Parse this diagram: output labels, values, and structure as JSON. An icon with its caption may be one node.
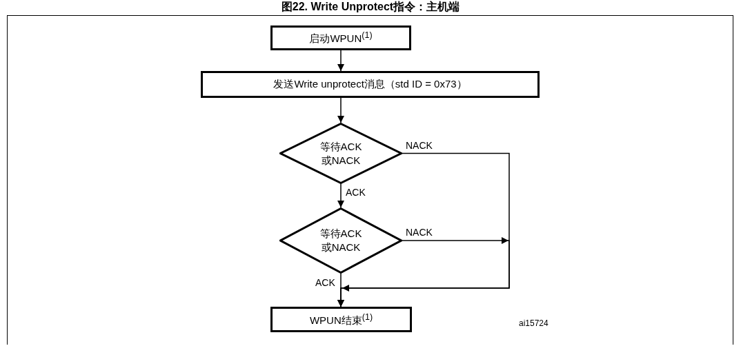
{
  "diagram": {
    "title": "图22. Write Unprotect指令：主机端",
    "nodes": [
      {
        "text": [
          "启动WPUN$^{(1)}$"
        ]
      },
      {
        "text": [
          "发送Write unprotect消息（std ID = 0x73）"
        ]
      },
      {
        "text": [
          "等待ACK或NACK"
        ]
      },
      {
        "text": [
          "等待ACK或NACK"
        ]
      },
      {
        "text": [
          "WPUN结束$^{(1)}$"
        ]
      }
    ],
    "edges": [
      {
        "from": 0,
        "to": 1,
        "arrow": "to"
      },
      {
        "from": 1,
        "to": 2,
        "arrow": "to"
      },
      {
        "from": 2,
        "to": 3,
        "arrow": "to",
        "label": "ACK"
      },
      {
        "from": 3,
        "to": 4,
        "arrow": "to",
        "label": "ACK"
      },
      {
        "from": 2,
        "to": 4,
        "arrow": "to",
        "label": "NACK"
      },
      {
        "from": 3,
        "to": 4,
        "arrow": "to",
        "label": "NACK"
      }
    ],
    "labels": [
      "ai15724"
    ]
  }
}
